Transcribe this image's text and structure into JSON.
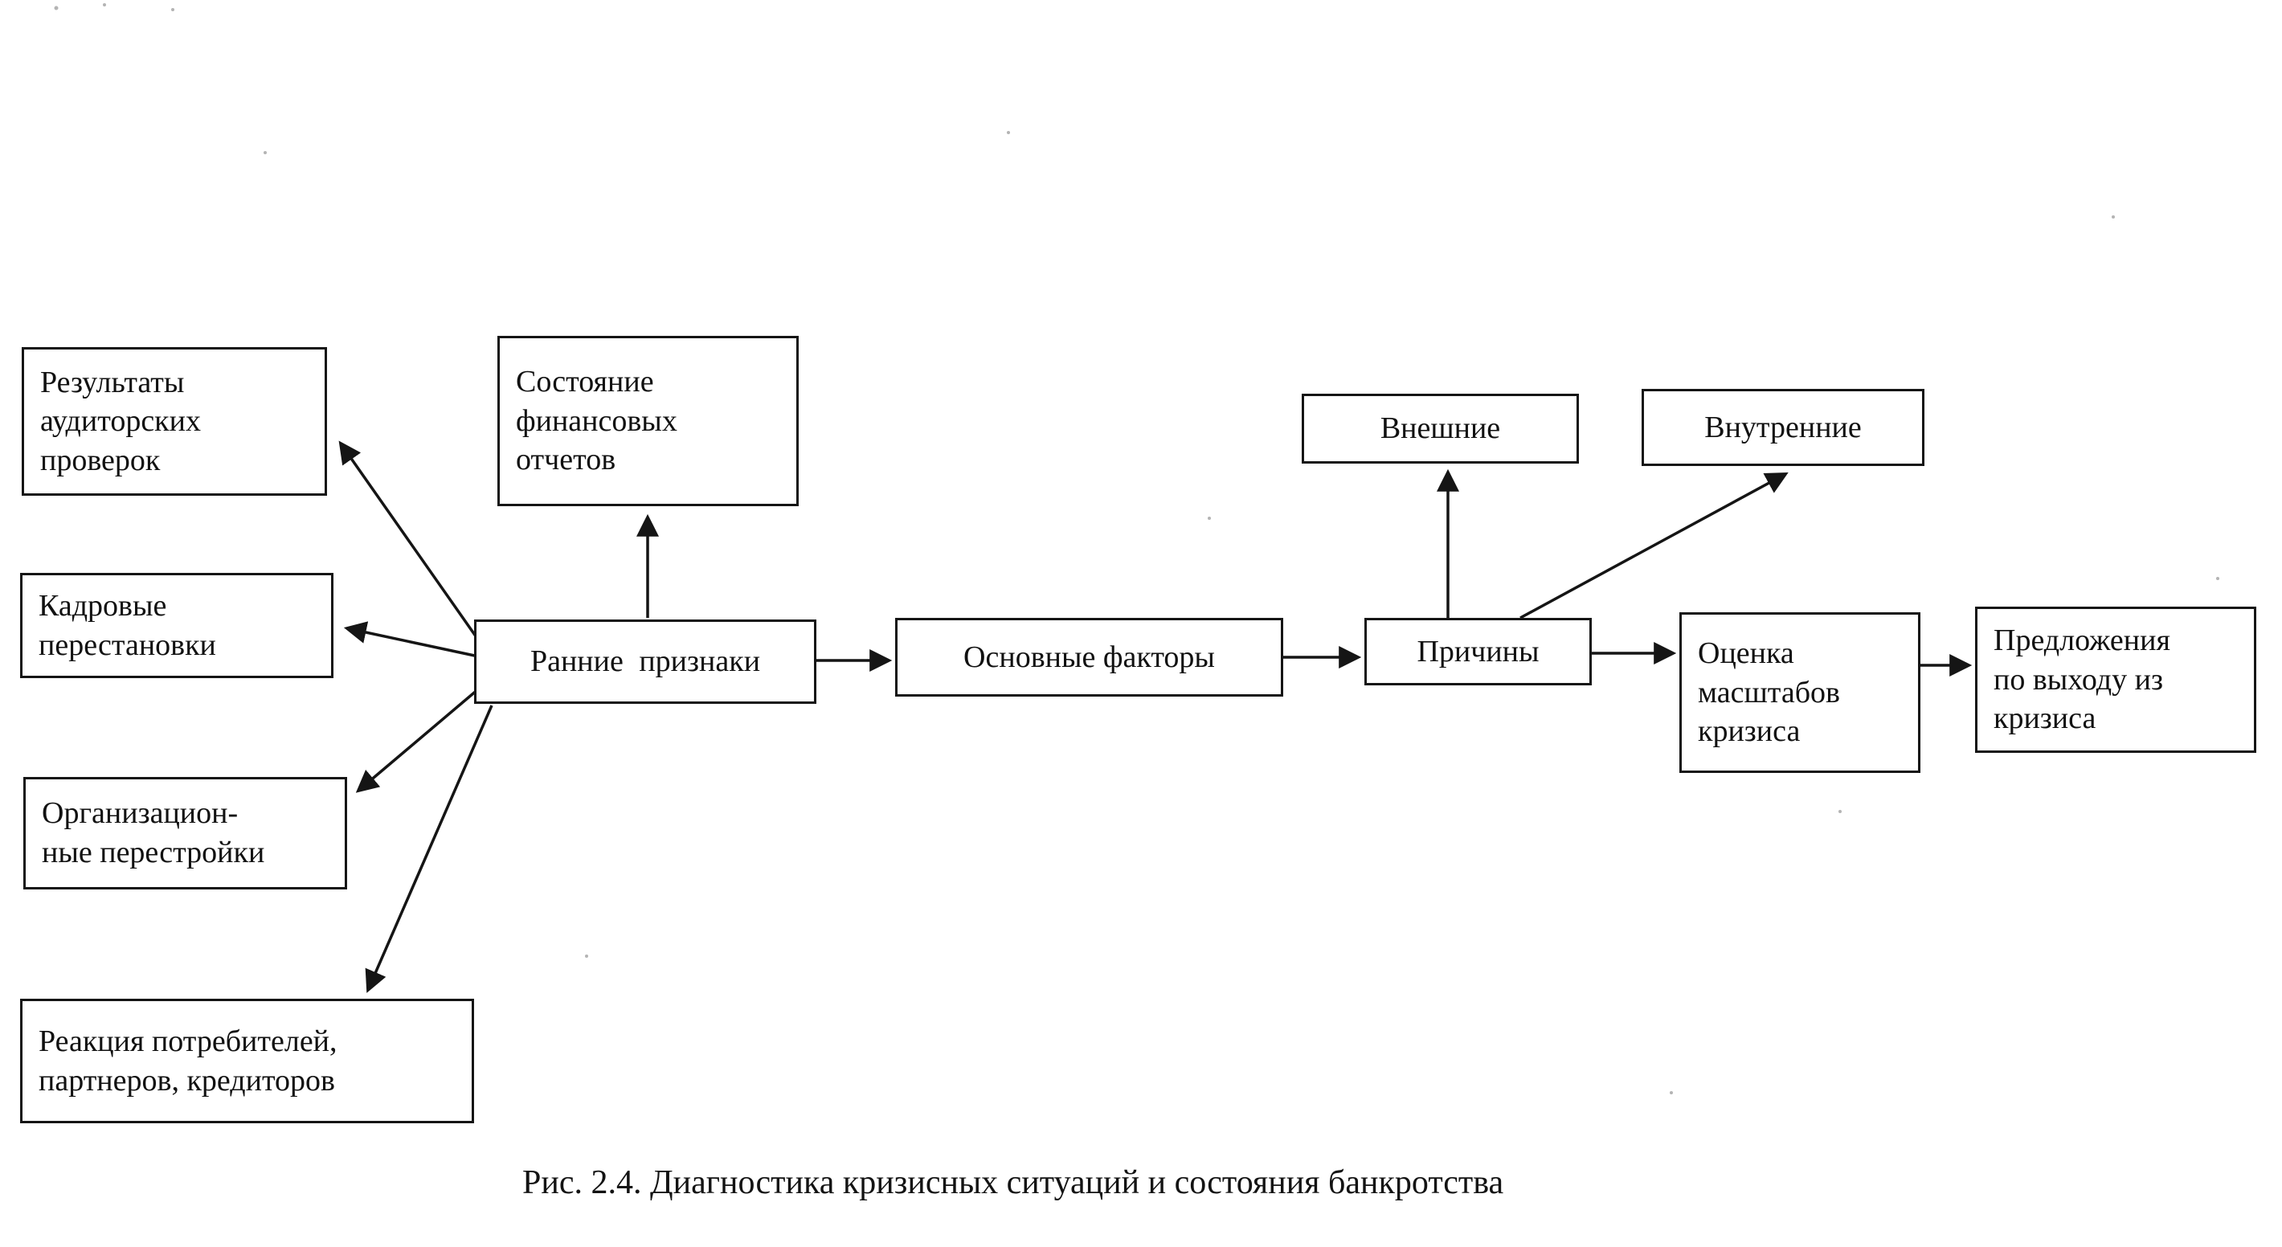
{
  "diagram": {
    "caption": "Рис. 2.4. Диагностика кризисных ситуаций и состояния банкротства",
    "colors": {
      "ink": "#151515",
      "background": "#ffffff"
    },
    "nodes": {
      "audit_results": {
        "label": "Результаты\nаудиторских\nпроверок"
      },
      "financial_reports": {
        "label": "Состояние\nфинансовых\nотчетов"
      },
      "personnel_changes": {
        "label": "Кадровые\nперестановки"
      },
      "early_signs": {
        "label": "Ранние признаки"
      },
      "org_restructuring": {
        "label": "Организацион-\nные перестройки"
      },
      "reaction": {
        "label": "Реакция потребителей,\nпартнеров, кредиторов"
      },
      "main_factors": {
        "label": "Основные факторы"
      },
      "external": {
        "label": "Внешние"
      },
      "internal": {
        "label": "Внутренние"
      },
      "causes": {
        "label": "Причины"
      },
      "crisis_scale": {
        "label": "Оценка\nмасштабов\nкризиса"
      },
      "proposals": {
        "label": "Предложения\nпо выходу из\nкризиса"
      }
    },
    "edges": [
      {
        "from": "early_signs",
        "to": "financial_reports"
      },
      {
        "from": "early_signs",
        "to": "audit_results"
      },
      {
        "from": "early_signs",
        "to": "personnel_changes"
      },
      {
        "from": "early_signs",
        "to": "org_restructuring"
      },
      {
        "from": "early_signs",
        "to": "reaction"
      },
      {
        "from": "early_signs",
        "to": "main_factors"
      },
      {
        "from": "main_factors",
        "to": "causes"
      },
      {
        "from": "causes",
        "to": "external"
      },
      {
        "from": "causes",
        "to": "internal"
      },
      {
        "from": "causes",
        "to": "crisis_scale"
      },
      {
        "from": "crisis_scale",
        "to": "proposals"
      }
    ]
  }
}
